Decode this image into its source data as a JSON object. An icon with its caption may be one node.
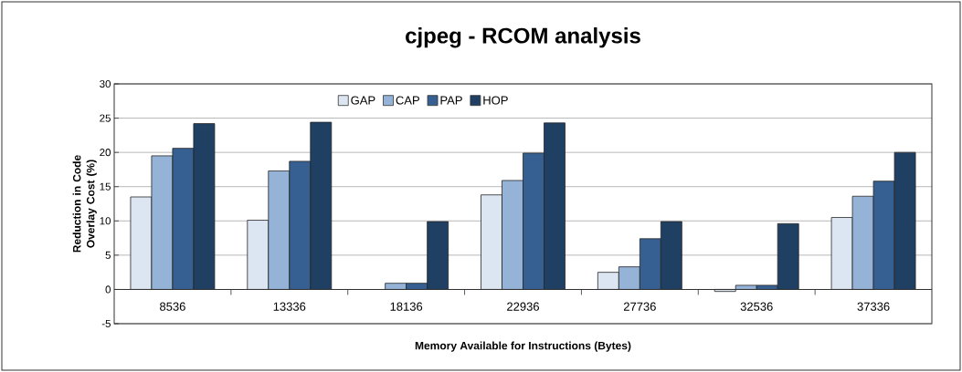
{
  "diagram": {
    "chart_data": {
      "type": "bar",
      "title": "cjpeg - RCOM analysis",
      "xlabel": "Memory Available for Instructions (Bytes)",
      "ylabel": "Reduction in Code Overlay Cost (%)",
      "categories": [
        "8536",
        "13336",
        "18136",
        "22936",
        "27736",
        "32536",
        "37336"
      ],
      "series": [
        {
          "name": "GAP",
          "color": "#dce6f2",
          "values": [
            13.5,
            10.1,
            null,
            13.8,
            2.5,
            -0.3,
            10.5
          ]
        },
        {
          "name": "CAP",
          "color": "#95b3d7",
          "values": [
            19.5,
            17.3,
            0.9,
            15.9,
            3.3,
            0.6,
            13.6
          ]
        },
        {
          "name": "PAP",
          "color": "#366092",
          "values": [
            20.6,
            18.7,
            0.9,
            19.9,
            7.4,
            0.6,
            15.8
          ]
        },
        {
          "name": "HOP",
          "color": "#1f3f63",
          "values": [
            24.2,
            24.4,
            9.9,
            24.3,
            9.9,
            9.6,
            20.0
          ]
        }
      ],
      "ylim": [
        -5,
        30
      ],
      "yticks": [
        -5,
        0,
        5,
        10,
        15,
        20,
        25,
        30
      ],
      "grid": true,
      "legend": "top"
    }
  }
}
